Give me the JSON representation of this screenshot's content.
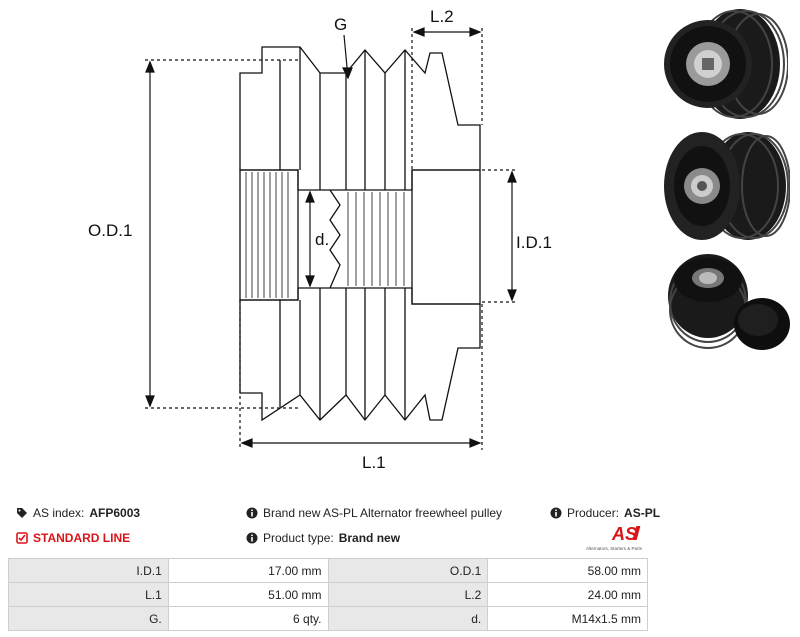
{
  "drawing": {
    "labels": {
      "g": "G",
      "l2": "L.2",
      "od1": "O.D.1",
      "d": "d.",
      "id1": "I.D.1",
      "l1": "L.1"
    }
  },
  "info": {
    "as_index_label": "AS index:",
    "as_index_value": "AFP6003",
    "standard_line": "STANDARD LINE",
    "description": "Brand new AS-PL Alternator freewheel pulley",
    "product_type_label": "Product type:",
    "product_type_value": "Brand new",
    "producer_label": "Producer:",
    "producer_value": "AS-PL"
  },
  "logo": {
    "text": "AS",
    "tagline": "Alternators, Starters & Parts",
    "color": "#d9141b"
  },
  "specs": [
    {
      "l1": "I.D.1",
      "v1": "17.00 mm",
      "l2": "O.D.1",
      "v2": "58.00 mm"
    },
    {
      "l1": "L.1",
      "v1": "51.00 mm",
      "l2": "L.2",
      "v2": "24.00 mm"
    },
    {
      "l1": "G.",
      "v1": "6 qty.",
      "l2": "d.",
      "v2": "M14x1.5 mm"
    }
  ],
  "icons": [
    "tag-icon",
    "check-square-icon",
    "info-icon",
    "info-icon",
    "info-icon"
  ]
}
